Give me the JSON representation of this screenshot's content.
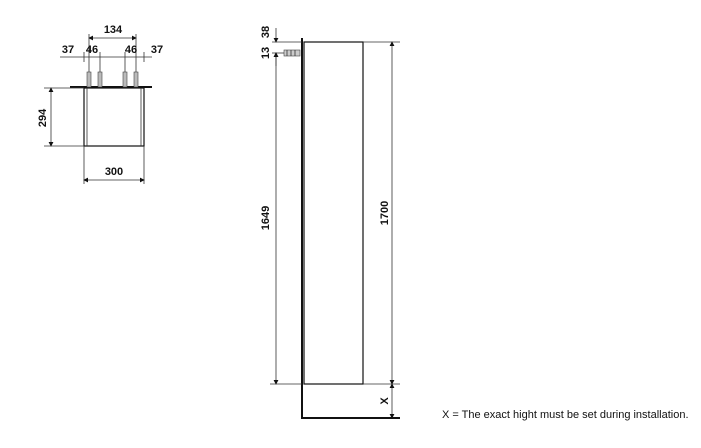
{
  "top_view": {
    "dim_total_width": "134",
    "dim_left_offset": "37",
    "dim_left_pitch": "46",
    "dim_right_pitch": "46",
    "dim_right_offset": "37",
    "dim_depth": "294",
    "dim_width": "300"
  },
  "side_view": {
    "dim_connection_top": "38",
    "dim_connection_gap": "13",
    "dim_height_to_connection": "1649",
    "dim_cabinet_height": "1700",
    "dim_floor_gap": "X"
  },
  "note": "X = The exact hight must be set during installation."
}
